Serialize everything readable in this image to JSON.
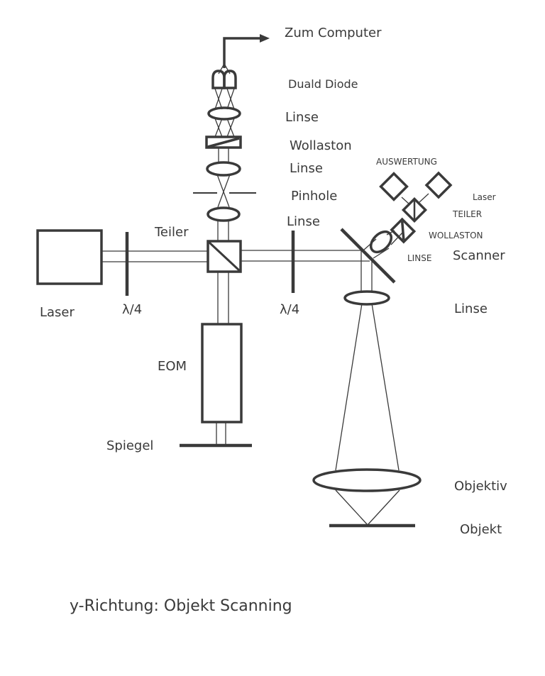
{
  "diagram": {
    "caption": "y-Richtung: Objekt Scanning",
    "labels": {
      "zum_computer": "Zum Computer",
      "dual_diode": "Duald Diode",
      "linse_1": "Linse",
      "wollaston": "Wollaston",
      "linse_2": "Linse",
      "pinhole": "Pinhole",
      "linse_3": "Linse",
      "teiler": "Teiler",
      "laser": "Laser",
      "lambda_left": "λ/4",
      "lambda_right": "λ/4",
      "eom": "EOM",
      "spiegel": "Spiegel",
      "auswertung": "AUSWERTUNG",
      "laser_small": "Laser",
      "teiler_small": "TEILER",
      "wollaston_small": "WOLLASTON",
      "linse_small": "LINSE",
      "scanner": "Scanner",
      "linse_right": "Linse",
      "objektiv": "Objektiv",
      "objekt": "Objekt"
    }
  }
}
